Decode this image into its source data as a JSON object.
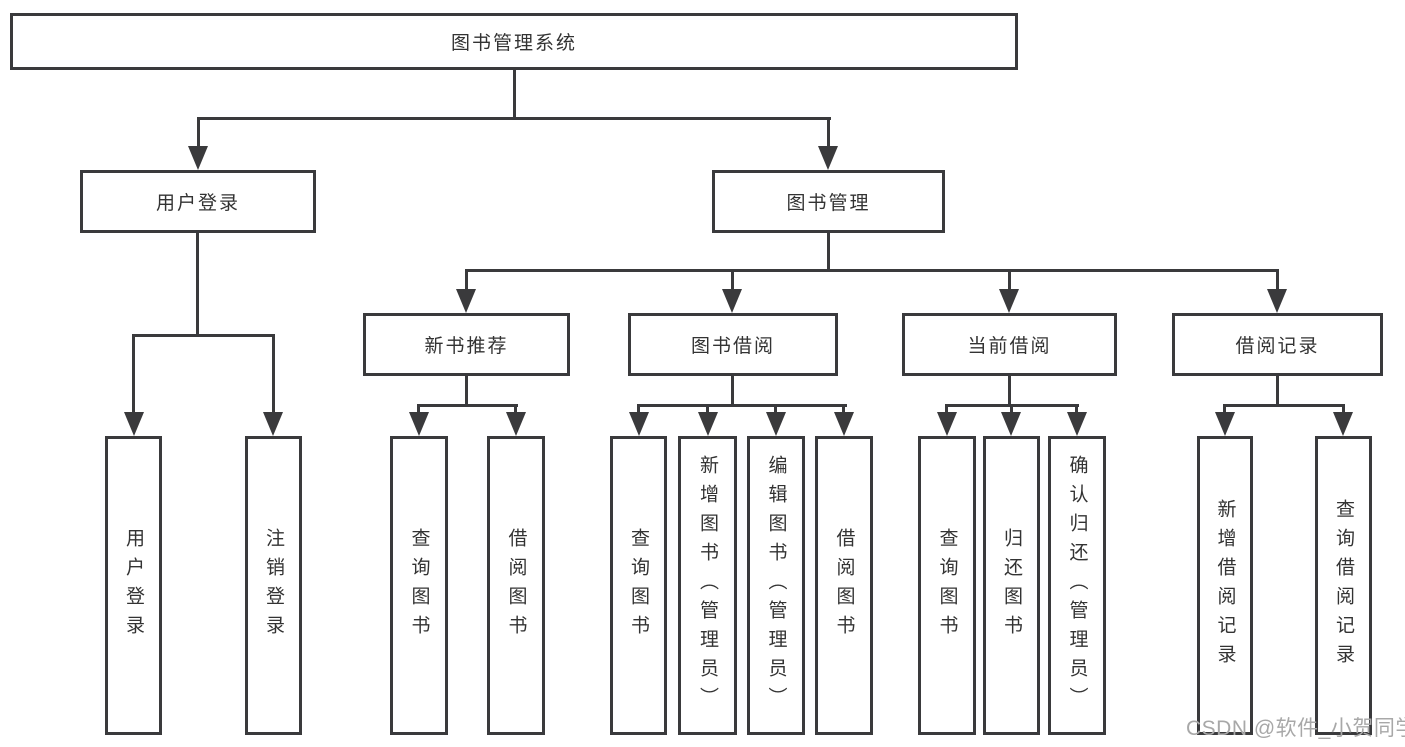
{
  "colors": {
    "line": "#3a3a3c",
    "text": "#333333",
    "background": "#ffffff",
    "watermark": "#a8a8a8"
  },
  "diagram": {
    "root": {
      "label": "图书管理系统"
    },
    "branches": [
      {
        "label": "用户登录",
        "children": [
          {
            "label": "用户登录"
          },
          {
            "label": "注销登录"
          }
        ]
      },
      {
        "label": "图书管理",
        "children": [
          {
            "label": "新书推荐",
            "children": [
              {
                "label": "查询图书"
              },
              {
                "label": "借阅图书"
              }
            ]
          },
          {
            "label": "图书借阅",
            "children": [
              {
                "label": "查询图书"
              },
              {
                "label": "新增图书（管理员）"
              },
              {
                "label": "编辑图书（管理员）"
              },
              {
                "label": "借阅图书"
              }
            ]
          },
          {
            "label": "当前借阅",
            "children": [
              {
                "label": "查询图书"
              },
              {
                "label": "归还图书"
              },
              {
                "label": "确认归还（管理员）"
              }
            ]
          },
          {
            "label": "借阅记录",
            "children": [
              {
                "label": "新增借阅记录"
              },
              {
                "label": "查询借阅记录"
              }
            ]
          }
        ]
      }
    ]
  },
  "watermark": {
    "text": "CSDN @软件_小贺同学"
  }
}
